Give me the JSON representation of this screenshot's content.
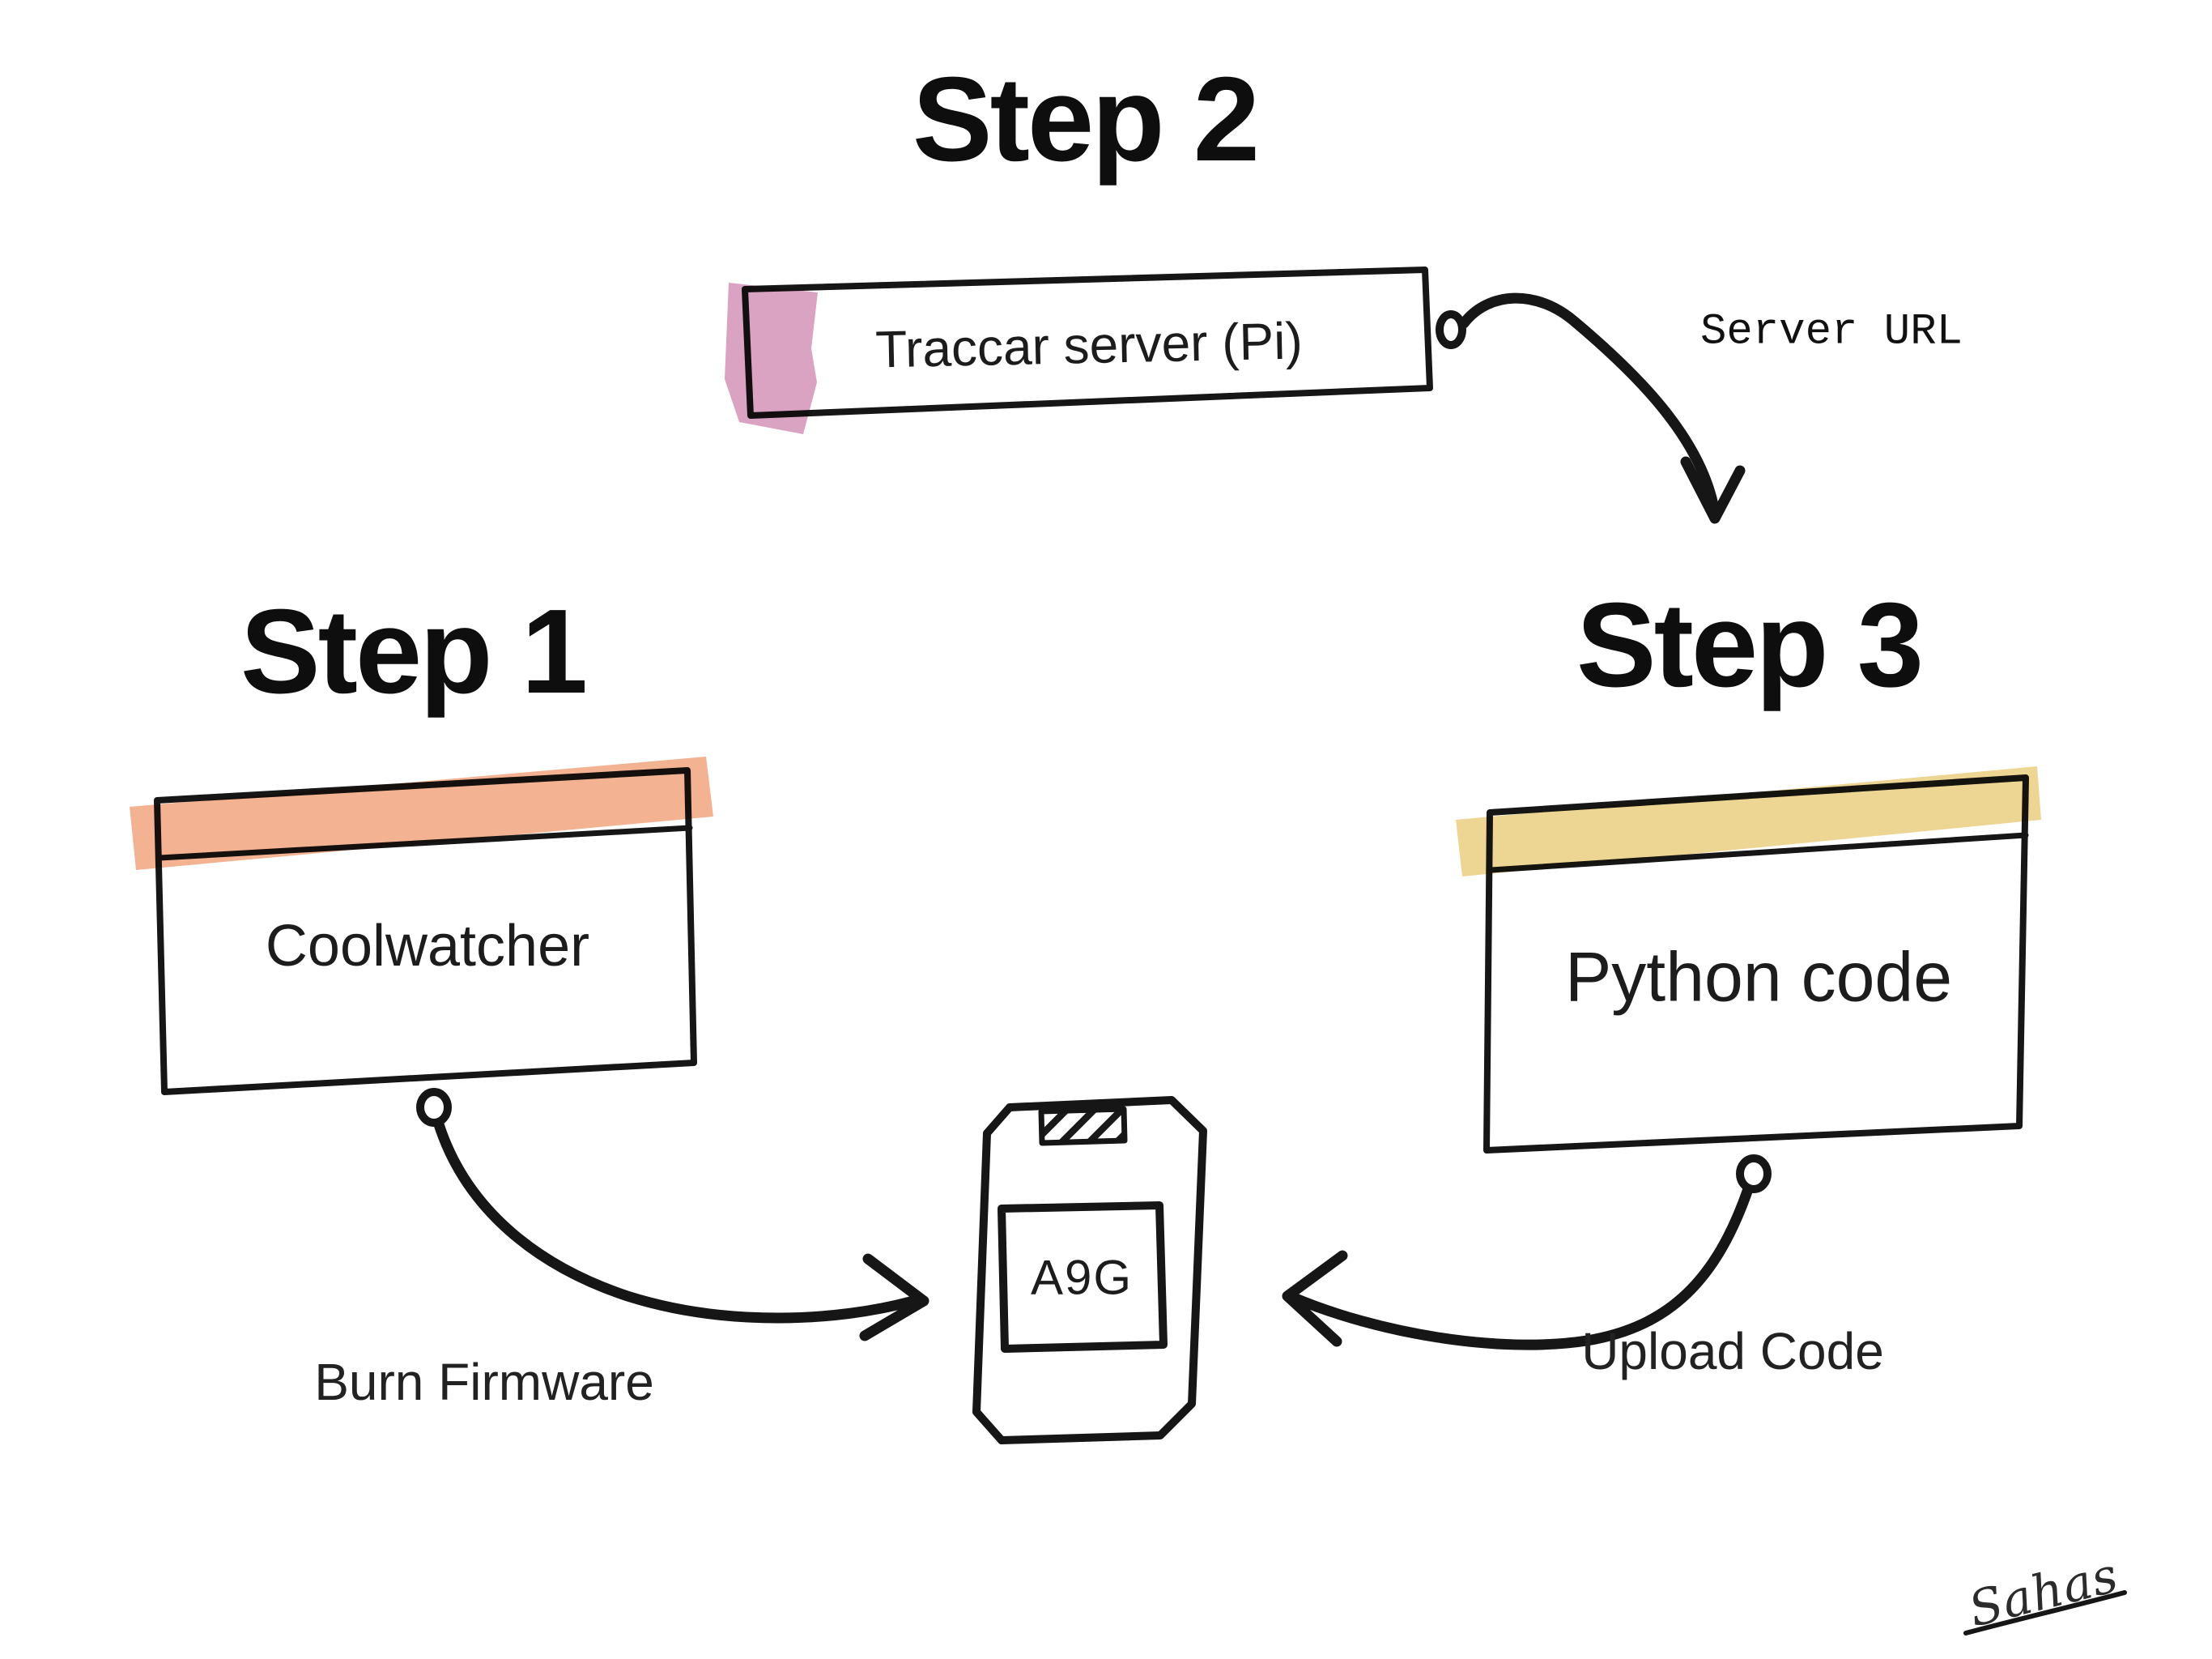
{
  "diagram": {
    "steps": [
      {
        "title": "Step 1",
        "box_label": "Coolwatcher",
        "arrow_label": "Burn Firmware",
        "highlight_color": "#f2ab88"
      },
      {
        "title": "Step 2",
        "box_label": "Traccar server (Pi)",
        "arrow_label": "Server URL",
        "highlight_color": "#d79bbc"
      },
      {
        "title": "Step 3",
        "box_label": "Python code",
        "arrow_label": "Upload Code",
        "highlight_color": "#ecd18a"
      }
    ],
    "device": {
      "chip_label": "A9G"
    },
    "signature": "Sahas",
    "colors": {
      "ink": "#161616",
      "background": "#ffffff",
      "highlight_pink": "#d79bbc",
      "highlight_salmon": "#f2ab88",
      "highlight_yellow": "#ecd18a"
    }
  }
}
